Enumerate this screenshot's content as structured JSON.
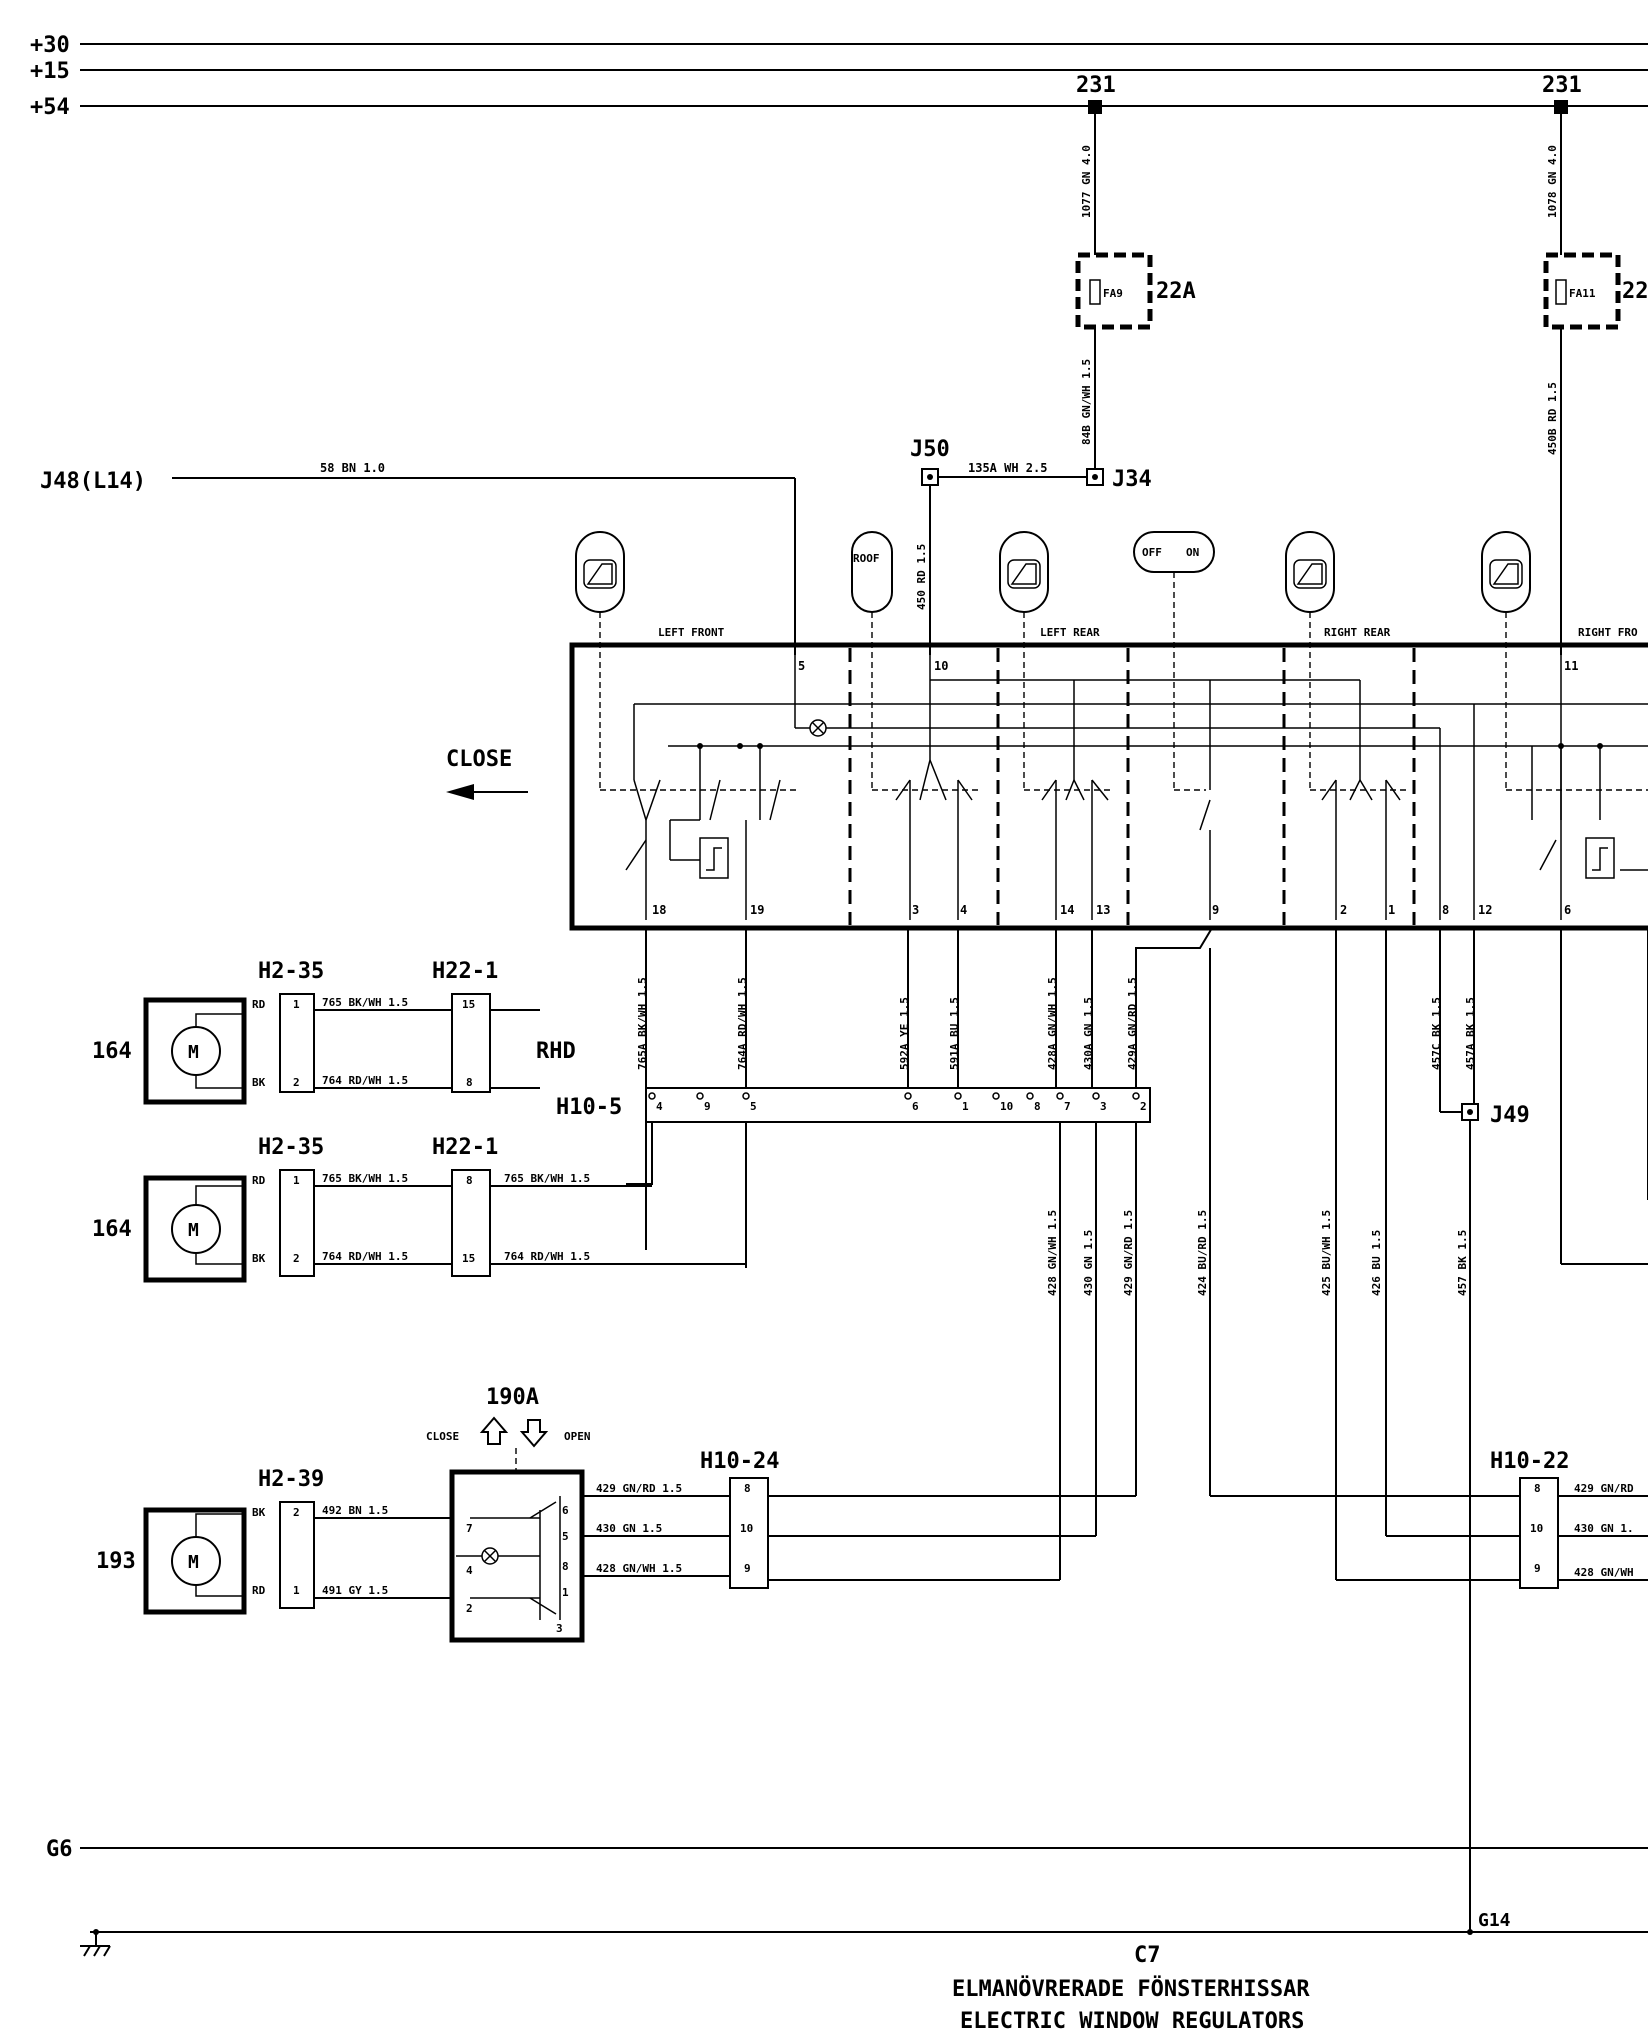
{
  "rails": {
    "p30": "+30",
    "p15": "+15",
    "p54": "+54",
    "g6": "G6",
    "g14": "G14"
  },
  "nodes": {
    "n231a": "231",
    "n231b": "231",
    "fuse22a": "22A",
    "fuse22b": "22",
    "fa9": "FA9",
    "fa11": "FA11",
    "j48": "J48(L14)",
    "j50": "J50",
    "j34": "J34",
    "j49": "J49",
    "h10_5": "H10-5",
    "h10_24": "H10-24",
    "h10_22": "H10-22",
    "h2_35a": "H2-35",
    "h22_1a": "H22-1",
    "h2_35b": "H2-35",
    "h22_1b": "H22-1",
    "h2_39": "H2-39",
    "c190a": "190A",
    "m164a": "164",
    "m164b": "164",
    "m193": "193",
    "rhd": "RHD",
    "close_arrow": "CLOSE",
    "close_small": "CLOSE",
    "open_small": "OPEN",
    "motor": "M"
  },
  "switch_panel": {
    "left_front": "LEFT FRONT",
    "left_rear": "LEFT REAR",
    "right_rear": "RIGHT REAR",
    "right_front": "RIGHT FRO",
    "roof": "ROOF",
    "off": "OFF",
    "on": "ON",
    "pins": [
      "5",
      "10",
      "11",
      "18",
      "19",
      "3",
      "4",
      "14",
      "13",
      "9",
      "2",
      "1",
      "8",
      "12",
      "6"
    ]
  },
  "wires": {
    "w1077": "1077 GN 4.0",
    "w1078": "1078 GN 4.0",
    "w84b": "84B GN/WH 1.5",
    "w450b": "450B RD 1.5",
    "w58": "58 BN 1.0",
    "w135a": "135A WH 2.5",
    "w450": "450 RD 1.5",
    "w765a": "765A BK/WH 1.5",
    "w764a": "764A RD/WH 1.5",
    "w592a": "592A YE 1.5",
    "w591a": "591A BU 1.5",
    "w428a": "428A GN/WH 1.5",
    "w430a": "430A GN 1.5",
    "w429a": "429A GN/RD 1.5",
    "w457c": "457C BK 1.5",
    "w457a": "457A BK 1.5",
    "w765_1": "765 BK/WH 1.5",
    "w764_1": "764 RD/WH 1.5",
    "w765_2": "765 BK/WH 1.5",
    "w764_2": "764 RD/WH 1.5",
    "w765_3": "765 BK/WH 1.5",
    "w764_3": "764 RD/WH 1.5",
    "w428": "428 GN/WH 1.5",
    "w430": "430 GN 1.5",
    "w429": "429 GN/RD 1.5",
    "w424": "424 BU/RD 1.5",
    "w425": "425 BU/WH 1.5",
    "w426": "426 BU 1.5",
    "w457": "457 BK 1.5",
    "w492": "492 BN 1.5",
    "w491": "491 GY 1.5",
    "w429_r": "429 GN/RD 1.5",
    "w430_r": "430 GN 1.5",
    "w428_r": "428 GN/WH 1.5",
    "w429_rr": "429 GN/RD",
    "w430_rr": "430 GN 1.",
    "w428_rr": "428 GN/WH"
  },
  "connector_pins": {
    "rd": "RD",
    "bk": "BK",
    "h235a": [
      "1",
      "2"
    ],
    "h221a": [
      "15",
      "8"
    ],
    "h235b": [
      "1",
      "2"
    ],
    "h221b": [
      "8",
      "15"
    ],
    "h239": [
      "2",
      "1"
    ],
    "h105": [
      "4",
      "9",
      "5",
      "6",
      "1",
      "10",
      "8",
      "7",
      "3",
      "2"
    ],
    "h1024": [
      "8",
      "10",
      "9"
    ],
    "h1022": [
      "8",
      "10",
      "9"
    ],
    "c190": [
      "6",
      "7",
      "5",
      "4",
      "8",
      "2",
      "1",
      "3"
    ]
  },
  "footer": {
    "code": "C7",
    "title_sv": "ELMANÖVRERADE FÖNSTERHISSAR",
    "title_en": "ELECTRIC WINDOW REGULATORS"
  }
}
